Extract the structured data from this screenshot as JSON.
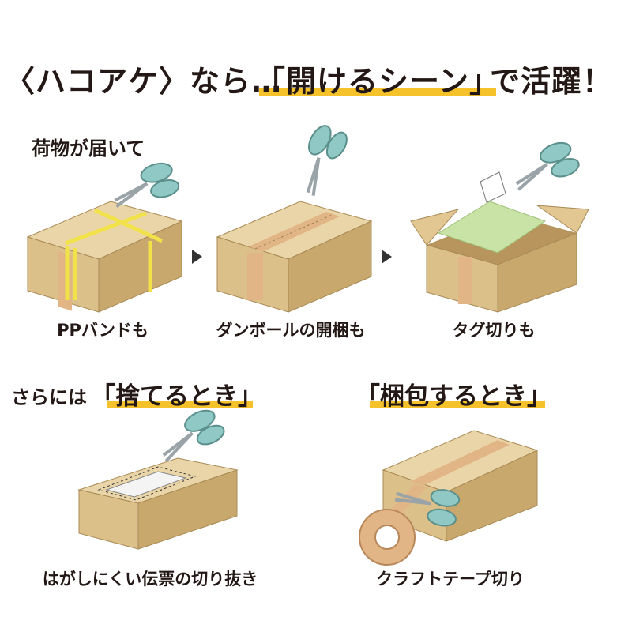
{
  "headline": {
    "part1": "〈ハコアケ〉なら…",
    "part2": "「開けるシーン」",
    "part3": "で活躍！"
  },
  "step_intro": "荷物が届いて",
  "steps": [
    {
      "caption": "PPバンドも"
    },
    {
      "caption": "ダンボールの開梱も"
    },
    {
      "caption": "タグ切りも"
    }
  ],
  "section_discard": {
    "prefix": "さらには",
    "title": "「捨てるとき」",
    "caption": "はがしにくい伝票の切り抜き"
  },
  "section_pack": {
    "title": "「梱包するとき」",
    "caption": "クラフトテープ切り"
  },
  "colors": {
    "accent_yellow": "#f6c22c",
    "box_top": "#ead5a8",
    "box_front": "#dcc08a",
    "box_side": "#c9a86d",
    "tape": "#e1b585",
    "scissor_handle": "#8fc8c4",
    "shirt_green": "#c9e2a5",
    "pp_band": "#f1e24a"
  }
}
